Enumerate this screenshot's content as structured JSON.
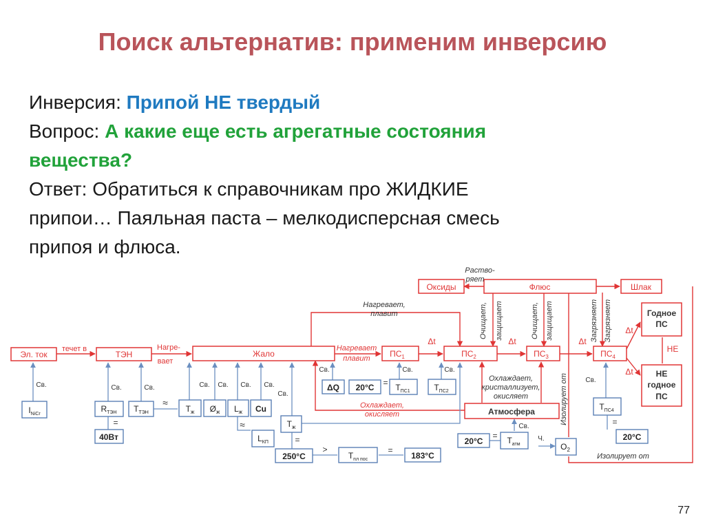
{
  "slide": {
    "title": "Поиск альтернатив: применим инверсию",
    "page_number": "77"
  },
  "text": {
    "inversion_label": "Инверсия:",
    "inversion_value": "Припой НЕ твердый",
    "question_label": "Вопрос:",
    "question_line1": "А какие еще есть агрегатные состояния",
    "question_line2": "вещества?",
    "answer_line1": "Ответ: Обратиться к справочникам про ЖИДКИЕ",
    "answer_line2": "припои… Паяльная паста – мелкодисперсная смесь",
    "answer_line3": "припоя и флюса."
  },
  "diagram": {
    "boxes": {
      "el_tok": "Эл. ток",
      "ten": "ТЭН",
      "zhalo": "Жало",
      "ps1": "ПС",
      "ps1_sub": "1",
      "ps2": "ПС",
      "ps2_sub": "2",
      "ps3": "ПС",
      "ps3_sub": "3",
      "ps4": "ПС",
      "ps4_sub": "4",
      "oksidy": "Оксиды",
      "flyus": "Флюс",
      "shlak": "Шлак",
      "godnoe_1": "Годное",
      "godnoe_2": "ПС",
      "ne_godnoe_1": "НЕ",
      "ne_godnoe_2": "годное",
      "ne_godnoe_3": "ПС",
      "atmosfera": "Атмосфера",
      "inicr": "I",
      "inicr_sub": "NiCr",
      "rten": "R",
      "rten_sub": "ТЭН",
      "tten": "T",
      "tten_sub": "ТЭН",
      "w40": "40Вт",
      "tzh1": "T",
      "tzh1_sub": "ж",
      "dzh": "Ø",
      "dzh_sub": "ж",
      "lzh": "L",
      "lzh_sub": "ж",
      "cu": "Cu",
      "lkp": "L",
      "lkp_sub": "КП",
      "tzh2": "T",
      "tzh2_sub": "ж",
      "t250": "250°C",
      "tplpos": "T",
      "tplpos_sub": "пл пос",
      "t183": "183°C",
      "dq": "ΔQ",
      "t20a": "20°C",
      "tps1": "T",
      "tps1_sub": "ПС1",
      "tps2": "T",
      "tps2_sub": "ПС2",
      "t20b": "20°C",
      "tatm": "T",
      "tatm_sub": "атм",
      "o2": "O",
      "o2_sub": "2",
      "tps4": "T",
      "tps4_sub": "ПС4",
      "t20c": "20°C"
    },
    "labels": {
      "techet_v": "течет в",
      "nagre_1": "Нагре-",
      "nagre_2": "вает",
      "nagrevaet_plavit_top_1": "Нагревает,",
      "nagrevaet_plavit_top_2": "плавит",
      "nagrevaet_plavit_mid_1": "Нагревает",
      "nagrevaet_plavit_mid_2": "плавит",
      "rastvo_1": "Раство-",
      "rastvo_2": "ряет",
      "ochishchaet_1": "Очищает,",
      "zashchishchaet_1": "защищает",
      "ochishchaet_2": "Очищает,",
      "zashchishchaet_2": "защищает",
      "zagryaznyaet_1": "Загрязняет",
      "zagryaznyaet_2": "Загрязняет",
      "okhlazhdaet_top_1": "Охлаждает,",
      "okhlazhdaet_top_2": "кристаллизует,",
      "okhlazhdaet_top_3": "окисляет",
      "okhlazhdaet_bot_1": "Охлаждает,",
      "okhlazhdaet_bot_2": "окисляет",
      "izoliruet_vert": "Изолирует от",
      "izoliruet_bottom": "Изолирует от",
      "ne": "НЕ",
      "dt1": "Δt",
      "dt2": "Δt",
      "dt3": "Δt",
      "dt4": "Δt",
      "dt5": "Δt",
      "sv1": "Св.",
      "sv2": "Св.",
      "sv3": "Св.",
      "sv4": "Св.",
      "sv5": "Св.",
      "sv6": "Св.",
      "sv7": "Св.",
      "sv8": "Св.",
      "sv9": "Св.",
      "sv10": "Св.",
      "sv11": "Св.",
      "sv12": "Св.",
      "sv13": "Св.",
      "ch": "Ч.",
      "approx1": "≈",
      "approx2": "≈",
      "eq1": "=",
      "eq2": "=",
      "eq3": "=",
      "eq4": "=",
      "eq5": "=",
      "eq6": "=",
      "gt": ">"
    }
  },
  "colors": {
    "title": "#b9545a",
    "blue_text": "#1f7ac0",
    "green_text": "#21a23a",
    "red_lines": "#e03535",
    "blue_lines": "#6b8fc0"
  }
}
